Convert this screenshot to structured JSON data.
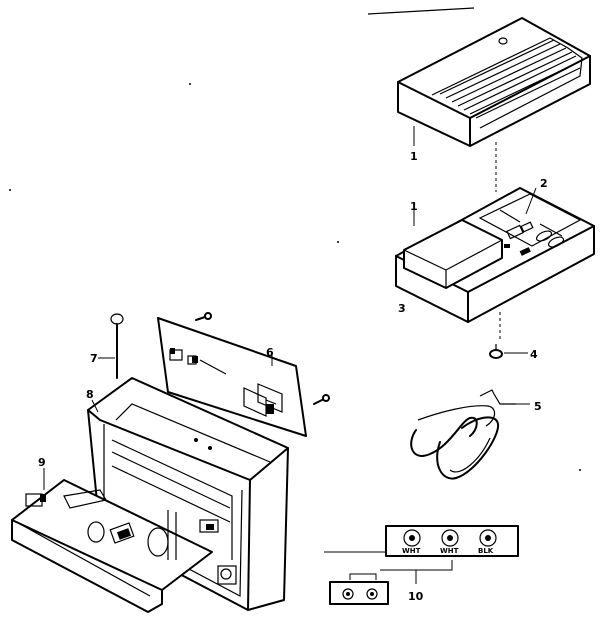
{
  "callouts": [
    "1",
    "1",
    "2",
    "3",
    "4",
    "5",
    "6",
    "7",
    "8",
    "9",
    "10"
  ],
  "panel_knobs": [
    "WHT",
    "WHT",
    "BLK"
  ]
}
